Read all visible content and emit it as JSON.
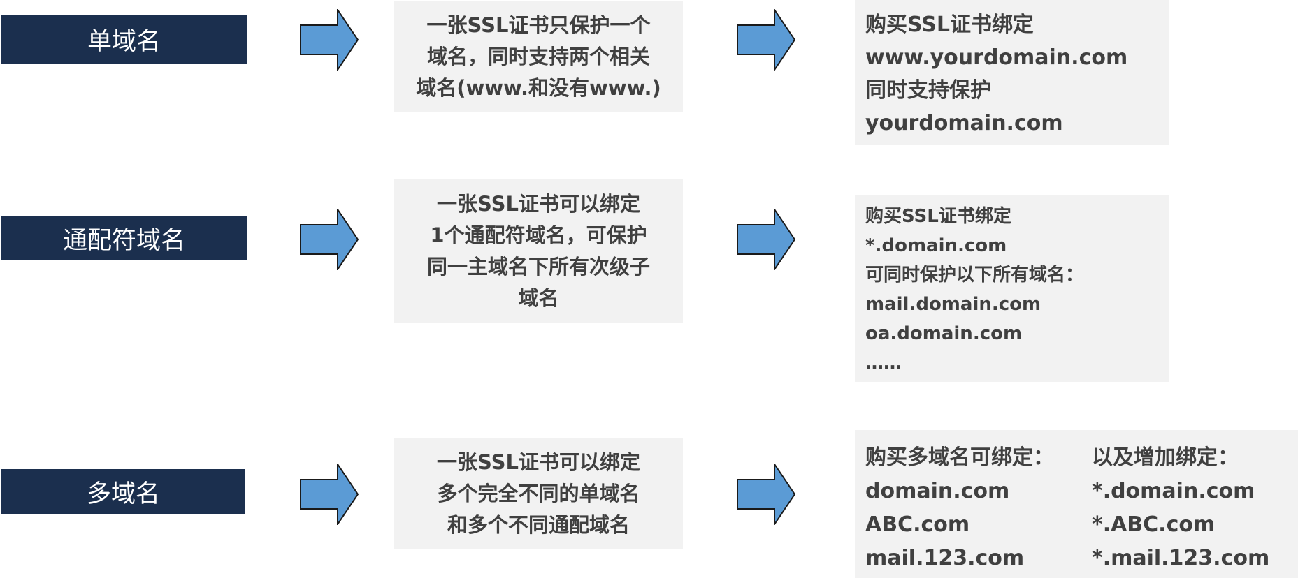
{
  "colors": {
    "label_bg": "#1b2f4e",
    "arrow_fill": "#5b9bd5",
    "box_bg": "#f2f2f2",
    "text": "#404040"
  },
  "rows": [
    {
      "label": "单域名",
      "desc": [
        "一张SSL证书只保护一个",
        "域名，同时支持两个相关",
        "域名(www.和没有www.)"
      ],
      "example": [
        "购买SSL证书绑定",
        "www.yourdomain.com",
        "同时支持保护",
        "yourdomain.com"
      ]
    },
    {
      "label": "通配符域名",
      "desc": [
        "一张SSL证书可以绑定",
        "1个通配符域名，可保护",
        "同一主域名下所有次级子",
        "域名"
      ],
      "example": [
        "购买SSL证书绑定",
        "*.domain.com",
        "可同时保护以下所有域名：",
        "mail.domain.com",
        "oa.domain.com",
        "……"
      ]
    },
    {
      "label": "多域名",
      "desc": [
        "一张SSL证书可以绑定",
        "多个完全不同的单域名",
        "和多个不同通配域名"
      ],
      "example_left": [
        "购买多域名可绑定：",
        "domain.com",
        "ABC.com",
        "mail.123.com"
      ],
      "example_right": [
        "以及增加绑定：",
        "*.domain.com",
        "*.ABC.com",
        "*.mail.123.com"
      ]
    }
  ]
}
